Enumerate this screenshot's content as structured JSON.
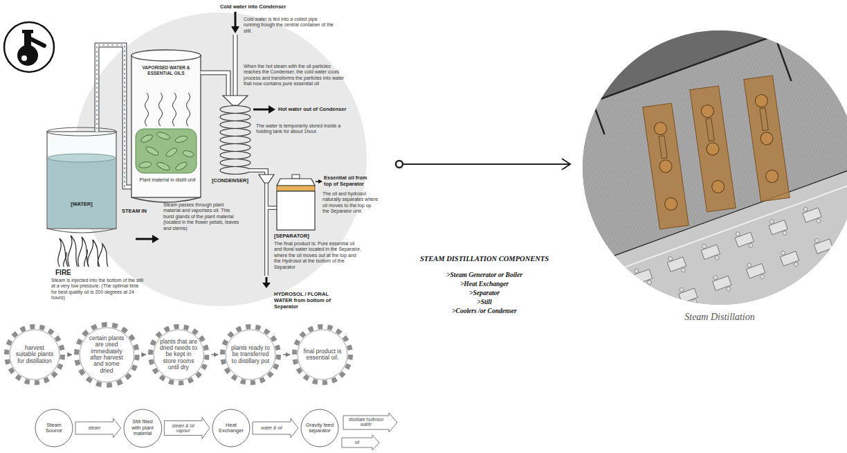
{
  "diagram": {
    "caption": "Steam Distillation",
    "nodes": [
      {
        "text": [
          "harvest suitable plants for distillation"
        ]
      },
      {
        "text": [
          "certain plants are used immediately after harvest and some dried"
        ]
      },
      {
        "text": [
          "plants that are dried needs to be kept in store rooms until dry"
        ]
      },
      {
        "text": [
          "plants ready to be transferred to distillary pot"
        ]
      },
      {
        "text": [
          "final product is essential oil."
        ]
      },
      {
        "text": [
          "Steam Source"
        ]
      },
      {
        "text": [
          "Still filled with plant material"
        ]
      },
      {
        "text": [
          "Heat Exchanger"
        ]
      },
      {
        "text": [
          "Gravity feed separator"
        ]
      }
    ],
    "edges": [
      {
        "from": 0,
        "to": 1,
        "arrow": "to"
      },
      {
        "from": 1,
        "to": 2,
        "arrow": "to"
      },
      {
        "from": 2,
        "to": 3,
        "arrow": "to"
      },
      {
        "from": 3,
        "to": 4,
        "arrow": "to"
      },
      {
        "from": 5,
        "to": 6,
        "label": "steam",
        "arrow": "to"
      },
      {
        "from": 6,
        "to": 7,
        "label": "steam & oil vapour",
        "arrow": "to"
      },
      {
        "from": 7,
        "to": 8,
        "label": "water & oil",
        "arrow": "to"
      }
    ],
    "labels": [
      "Cold water into Condenser",
      "Cold water is fed into a coiled pipe running trough the central container of the still.",
      "When the hot steam with the oil particles reaches the Condenser, the cold water cools process and transforms the particles into water that now contains pure essential oil",
      "Hot water out of Condenser",
      "The water is temporarily stored inside a holding tank for about 1hour.",
      "VAPORISED WATER & ESSENTIAL OILS",
      "[CONDENSER]",
      "Essential oil from top of Separator",
      "The oil and hydrosol naturally separates where oil moves to the top op the Separator unit.",
      "[WATER]",
      "STEAM IN",
      "Plant material in distill unit",
      "Steam passes through plant material and vaporises oil. This burst glands of the plant material (located in the flower petals, leaves and stems)",
      "[SEPARATOR]",
      "The final product is: Pure essential oil and floral water located in the Separator, where the oil moves out at the top and the Hydrosol at the bottom of the Separator",
      "HYDROSOL / FLORAL WATER from bottom of Separator",
      "FIRE",
      "Steam is injected into the bottom of the still at a very low pressure. (The optimal time for best quality oil is 200 degrees at 24 hours)",
      "STEAM DISTILLATION COMPONENTS",
      ">Steam Generator or Boiler",
      ">Heat Exchanger",
      ">Separator",
      ">Still",
      ">Coolers /or Condenser",
      "distillate hydrosol water",
      "oil"
    ]
  }
}
